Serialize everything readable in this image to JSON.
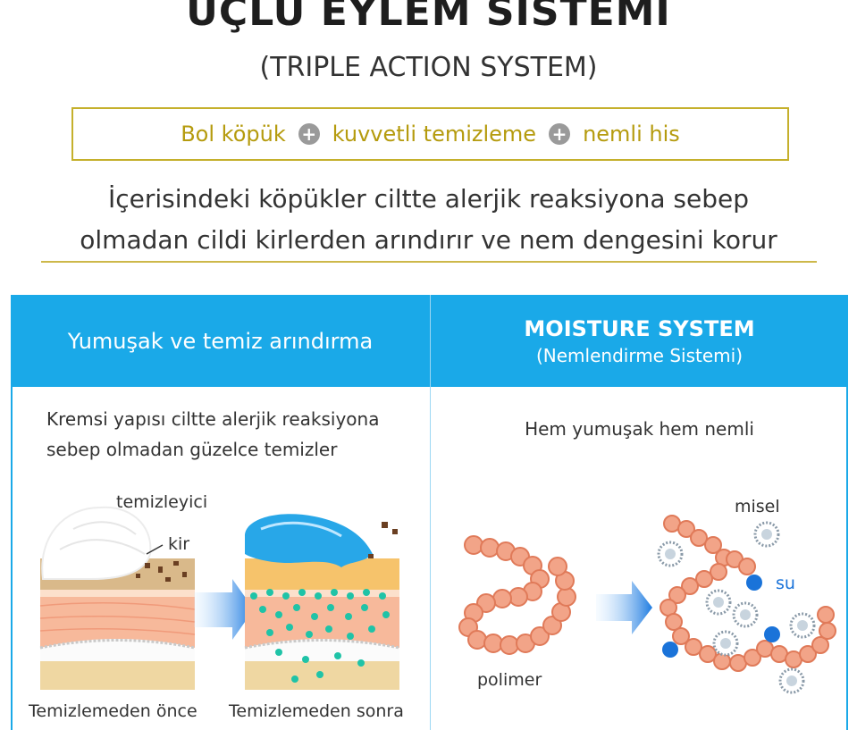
{
  "header": {
    "title": "ÜÇLÜ EYLEM SİSTEMİ",
    "subtitle": "(TRIPLE ACTION SYSTEM)"
  },
  "features": {
    "item1": "Bol köpük",
    "item2": "kuvvetli temizleme",
    "item3": "nemli his",
    "plus_symbol": "+"
  },
  "description": {
    "line1": "İçerisindeki köpükler ciltte alerjik reaksiyona sebep",
    "line2": "olmadan cildi kirlerden arındırır ve nem dengesini korur"
  },
  "left_panel": {
    "heading": "Yumuşak ve temiz arındırma",
    "text_line1": "Kremsi yapısı ciltte alerjik reaksiyona",
    "text_line2": "sebep olmadan güzelce temizler",
    "label_cleanser": "temizleyici",
    "label_dirt": "kir",
    "caption_before": "Temizlemeden önce",
    "caption_after": "Temizlemeden sonra"
  },
  "right_panel": {
    "heading_line1": "MOISTURE SYSTEM",
    "heading_line2": "(Nemlendirme Sistemi)",
    "text": "Hem yumuşak hem nemli",
    "label_micelle": "misel",
    "label_water": "su",
    "label_polymer": "polimer"
  },
  "colors": {
    "accent_blue": "#1aa9e8",
    "gold": "#b59b0e",
    "skin": "#f7b99b",
    "bead": "#f2a488",
    "water_dot": "#1a73d9",
    "teal_dot": "#1fc3a7"
  }
}
